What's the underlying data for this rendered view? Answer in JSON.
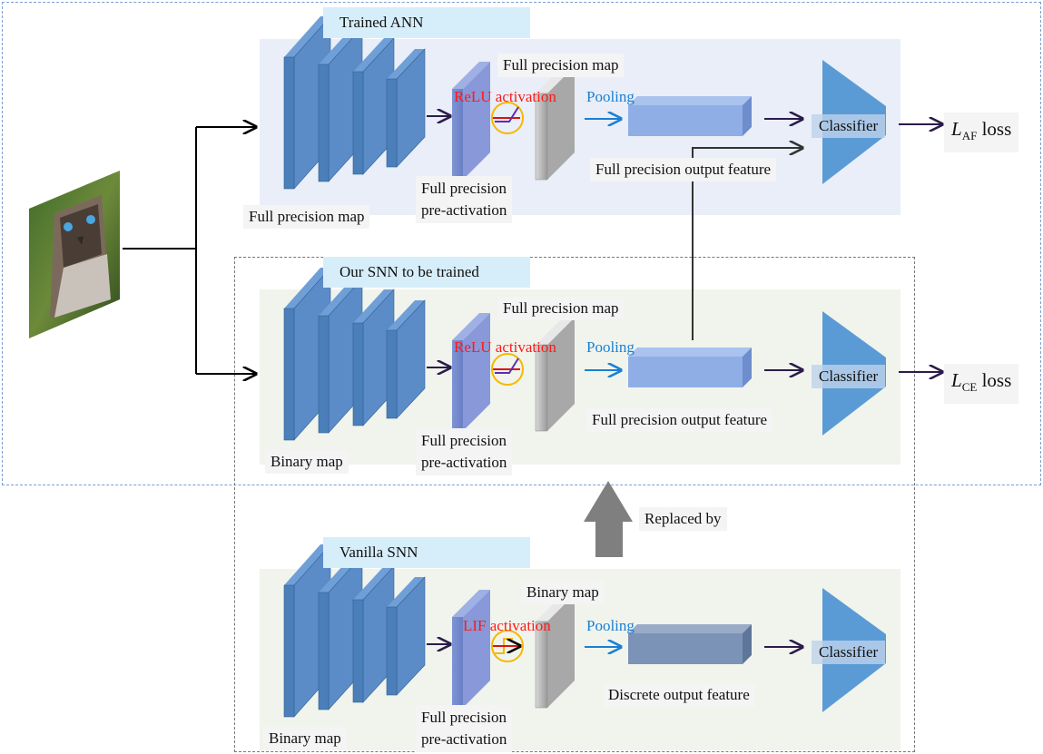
{
  "sections": {
    "ann": {
      "tag": "Trained ANN",
      "map_label": "Full precision map",
      "after_label": "Full precision map",
      "activation": "ReLU activation",
      "pooling": "Pooling",
      "preact_line1": "Full precision",
      "preact_line2": "pre-activation",
      "feature_label": "Full precision output feature",
      "classifier": "Classifier",
      "loss_symbol": "L",
      "loss_sub": "AF",
      "loss_word": "loss"
    },
    "snn": {
      "tag": "Our SNN to be trained",
      "map_label": "Binary map",
      "after_label": "Full precision map",
      "activation": "ReLU activation",
      "pooling": "Pooling",
      "preact_line1": "Full precision",
      "preact_line2": "pre-activation",
      "feature_label": "Full precision output feature",
      "classifier": "Classifier",
      "loss_symbol": "L",
      "loss_sub": "CE",
      "loss_word": "loss"
    },
    "vanilla": {
      "tag": "Vanilla SNN",
      "map_label": "Binary map",
      "after_label": "Binary map",
      "activation": "LIF activation",
      "pooling": "Pooling",
      "preact_line1": "Full precision",
      "preact_line2": "pre-activation",
      "feature_label": "Discrete output feature",
      "classifier": "Classifier"
    }
  },
  "replaced_by": "Replaced by",
  "colors": {
    "block": "#4a7fba",
    "block_edge": "#2f5f94",
    "panel_ann": "#e9eef8",
    "panel_snn": "#f0f4ec",
    "tag_bg": "#d6eefa",
    "activation_red": "#ff1a1a",
    "pooling_blue": "#1a7fd4"
  }
}
